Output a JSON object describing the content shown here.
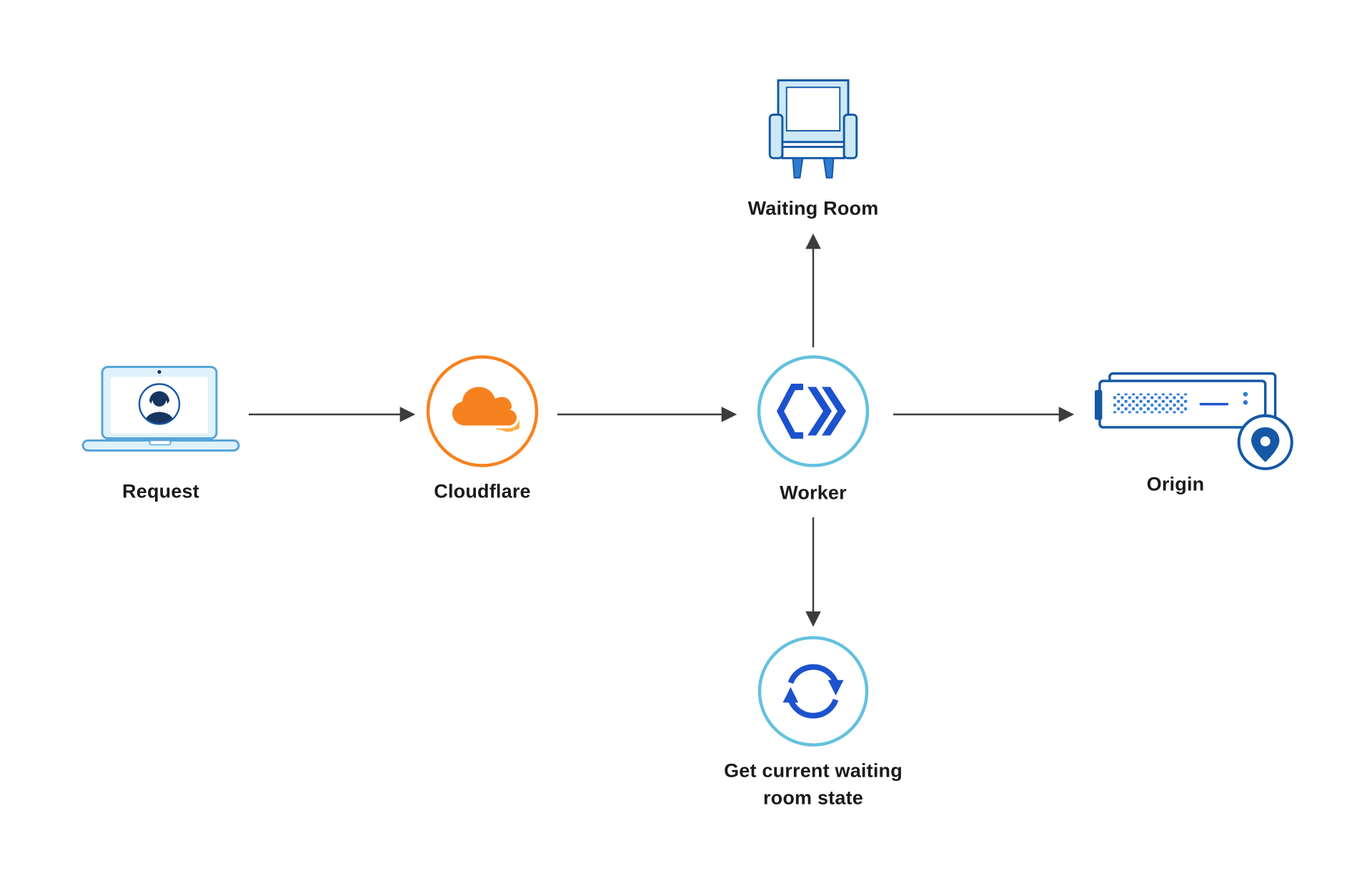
{
  "diagram": {
    "type": "flow-diagram",
    "nodes": {
      "request": {
        "label": "Request",
        "icon": "laptop-user-icon"
      },
      "cloudflare": {
        "label": "Cloudflare",
        "icon": "cloudflare-logo-icon"
      },
      "worker": {
        "label": "Worker",
        "icon": "worker-brackets-icon"
      },
      "waiting_room": {
        "label": "Waiting Room",
        "icon": "chair-icon"
      },
      "waiting_room_state": {
        "label": "Get current waiting room state",
        "icon": "sync-icon"
      },
      "origin": {
        "label": "Origin",
        "icon": "server-location-icon"
      }
    },
    "edges": [
      {
        "from": "request",
        "to": "cloudflare"
      },
      {
        "from": "cloudflare",
        "to": "worker"
      },
      {
        "from": "worker",
        "to": "waiting_room"
      },
      {
        "from": "worker",
        "to": "origin"
      },
      {
        "from": "worker",
        "to": "waiting_room_state"
      }
    ],
    "colors": {
      "orange": "#F6821F",
      "orange_light": "#FBAD41",
      "ring": "#63C1DE",
      "glyph_blue": "#1D52CE",
      "dark_blue": "#1558A6",
      "mid_blue": "#2F7BD0",
      "pale_blue": "#CDE9F8",
      "laptop_blue": "#57A4DA",
      "laptop_fill": "#DFF2FC",
      "navy": "#17355E",
      "arrow": "#3C3C3C",
      "text": "#1A1A1A",
      "bg": "#FFFFFF"
    }
  }
}
